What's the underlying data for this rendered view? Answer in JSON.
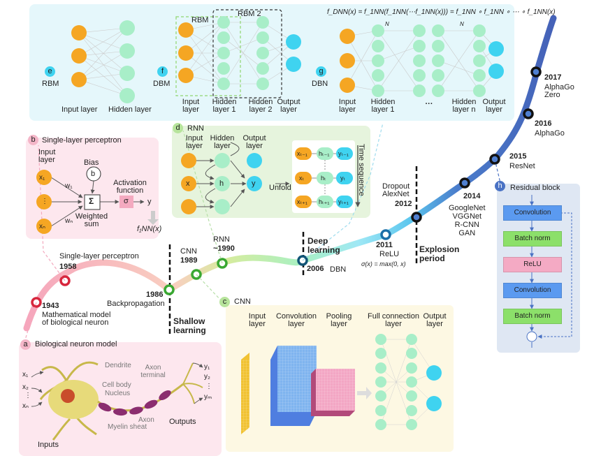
{
  "panels": {
    "a": {
      "letter": "a",
      "title": "Biological neuron model",
      "dendrite": "Dendrite",
      "axon_terminal": "Axon\nterminal",
      "cell_body": "Cell body",
      "nucleus": "Nucleus",
      "axon": "Axon",
      "myelin": "Myelin sheat",
      "inputs": "Inputs",
      "outputs": "Outputs",
      "x1": "x₁",
      "x2": "x₂",
      "xn": "xₙ",
      "dots": "⋮",
      "y1": "y₁",
      "y2": "y₂",
      "ym": "yₘ"
    },
    "b": {
      "letter": "b",
      "title": "Single-layer perceptron",
      "input_layer": "Input\nlayer",
      "bias": "Bias",
      "bias_node": "b",
      "activation": "Activation\nfunction",
      "weighted_sum": "Weighted\nsum",
      "sigma_sum": "Σ",
      "sigma": "σ",
      "y": "y",
      "x1": "x₁",
      "dots": "⋮",
      "xn": "xₙ",
      "w1": "w₁",
      "wn": "wₙ",
      "f1nn": "f₁NN(x)"
    },
    "c": {
      "letter": "c",
      "title": "CNN",
      "input": "Input\nlayer",
      "conv": "Convolution\nlayer",
      "pool": "Pooling\nlayer",
      "full": "Full connection\nlayer",
      "out": "Output\nlayer"
    },
    "d": {
      "letter": "d",
      "title": "RNN",
      "input": "Input\nlayer",
      "hidden": "Hidden\nlayer",
      "output": "Output\nlayer",
      "unfold": "Unfold",
      "time_seq": "Time sequence",
      "x": "x",
      "h": "h",
      "y": "y",
      "xt_1": "xₜ₋₁",
      "ht_1": "hₜ₋₁",
      "yt_1": "yₜ₋₁",
      "xt": "xₜ",
      "ht": "hₜ",
      "yt": "yₜ",
      "xt1": "xₜ₊₁",
      "ht1": "hₜ₊₁",
      "yt1": "yₜ₊₁"
    },
    "e": {
      "letter": "e",
      "name": "RBM",
      "input": "Input layer",
      "hidden": "Hidden layer"
    },
    "f": {
      "letter": "f",
      "name": "DBM",
      "rbm": "RBM",
      "rbm2": "RBM 2",
      "input": "Input\nlayer",
      "hidden1": "Hidden\nlayer 1",
      "hidden2": "Hidden\nlayer 2",
      "output": "Output\nlayer"
    },
    "g": {
      "letter": "g",
      "name": "DBN",
      "formula": "f_DNN(x) = f_1NN(f_1NN(⋯f_1NN(x))) = f_1NN ∘ f_1NN ∘ ⋯ ∘ f_1NN(x)",
      "n_left": "N",
      "n_right": "N",
      "input": "Input\nlayer",
      "hidden1": "Hidden\nlayer 1",
      "dots": "···",
      "hiddenn": "Hidden\nlayer n",
      "output": "Output\nlayer"
    },
    "h": {
      "letter": "h",
      "title": "Residual block",
      "blocks": [
        "Convolution",
        "Batch norm",
        "ReLU",
        "Convolution",
        "Batch norm"
      ],
      "plus": "⊕"
    }
  },
  "timeline": {
    "m1943": {
      "year": "1943",
      "text": "Mathematical model\nof biological neuron"
    },
    "m1958": {
      "year": "1958",
      "text": "Single-layer perceptron"
    },
    "m1986": {
      "year": "1986",
      "text": "Backpropagation"
    },
    "m1989": {
      "year": "1989",
      "text": "CNN"
    },
    "m1990": {
      "year": "~1990",
      "text": "RNN"
    },
    "m2006": {
      "year": "2006",
      "text": "DBN"
    },
    "m2011": {
      "year": "2011",
      "text": "ReLU",
      "formula": "σ(x) = max(0, x)"
    },
    "m2012": {
      "year": "2012",
      "text": "Dropout\nAlexNet"
    },
    "m2014": {
      "year": "2014",
      "text": "GoogleNet\nVGGNet\nR-CNN\nGAN"
    },
    "m2015": {
      "year": "2015",
      "text": "ResNet"
    },
    "m2016": {
      "year": "2016",
      "text": "AlphaGo"
    },
    "m2017": {
      "year": "2017",
      "text": "AlphaGo\nZero"
    },
    "shallow": "Shallow\nlearning",
    "deep": "Deep\nlearning",
    "explosion": "Explosion\nperiod"
  },
  "colors": {
    "orange": "#f5a623",
    "green_node": "#a8eec8",
    "cyan_node": "#3fd3f0",
    "pink_panel": "#fce4ec",
    "green_panel": "#e8f5e0",
    "cyan_panel": "#e5f7fb",
    "yellow_panel": "#fdf8e4",
    "blue_panel": "#dde6f3",
    "deep_blue": "#4a72c4"
  }
}
